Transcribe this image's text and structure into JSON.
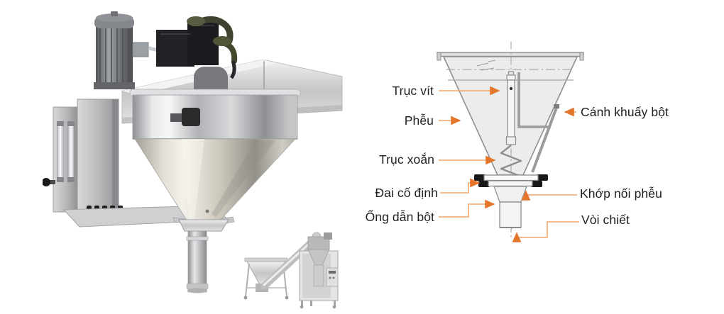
{
  "diagram": {
    "labels": {
      "truc_vit": "Trục vít",
      "pheu": "Phễu",
      "truc_xoan": "Trục xoắn",
      "dai_co_dinh": "Đai cố định",
      "ong_dan_bot": "Ống dẫn bột",
      "canh_khuay_bot": "Cánh khuấy bột",
      "khop_noi_pheu": "Khớp nối phễu",
      "voi_chiet": "Vòi chiết"
    },
    "colors": {
      "leader_line": "#F3A668",
      "arrow_head": "#E4762B",
      "outline": "#8F8F8F",
      "funnel_fill": "#ECECEC",
      "label_text": "#1F1F1F"
    }
  }
}
